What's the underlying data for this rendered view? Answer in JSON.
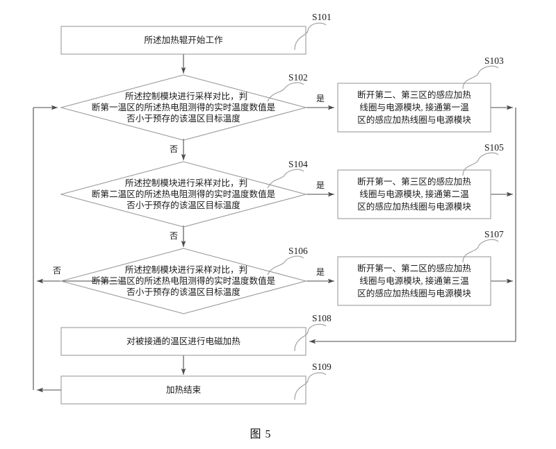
{
  "figure": {
    "caption": "图 5"
  },
  "nodes": {
    "s101": {
      "step": "S101",
      "shape": "rect",
      "lines": [
        "所述加热辊开始工作"
      ]
    },
    "s102": {
      "step": "S102",
      "shape": "diamond",
      "lines": [
        "所述控制模块进行采样对比，判",
        "断第一温区的所述热电阻测得的实时温度数值是",
        "否小于预存的该温区目标温度"
      ]
    },
    "s103": {
      "step": "S103",
      "shape": "rect",
      "lines": [
        "断开第二、第三区的感应加热",
        "线圈与电源模块, 接通第一温",
        "区的感应加热线圈与电源模块"
      ]
    },
    "s104": {
      "step": "S104",
      "shape": "diamond",
      "lines": [
        "所述控制模块进行采样对比，判",
        "断第二温区的所述热电阻测得的实时温度数值是",
        "否小于预存的该温区目标温度"
      ]
    },
    "s105": {
      "step": "S105",
      "shape": "rect",
      "lines": [
        "断开第一、第三区的感应加热",
        "线圈与电源模块, 接通第二温",
        "区的感应加热线圈与电源模块"
      ]
    },
    "s106": {
      "step": "S106",
      "shape": "diamond",
      "lines": [
        "所述控制模块进行采样对比，判",
        "断第三温区的所述热电阻测得的实时温度数值是",
        "否小于预存的该温区目标温度"
      ]
    },
    "s107": {
      "step": "S107",
      "shape": "rect",
      "lines": [
        "断开第一、第二区的感应加热",
        "线圈与电源模块, 接通第三温",
        "区的感应加热线圈与电源模块"
      ]
    },
    "s108": {
      "step": "S108",
      "shape": "rect",
      "lines": [
        "对被接通的温区进行电磁加热"
      ]
    },
    "s109": {
      "step": "S109",
      "shape": "rect",
      "lines": [
        "加热结束"
      ]
    }
  },
  "edge_labels": {
    "yes1": "是",
    "no1": "否",
    "yes2": "是",
    "no2": "否",
    "yes3": "是",
    "no3": "否"
  },
  "colors": {
    "shape_stroke": "#9a9a9a",
    "connector_stroke": "#4a4a4a",
    "text": "#1a1a1a",
    "background": "#ffffff"
  }
}
